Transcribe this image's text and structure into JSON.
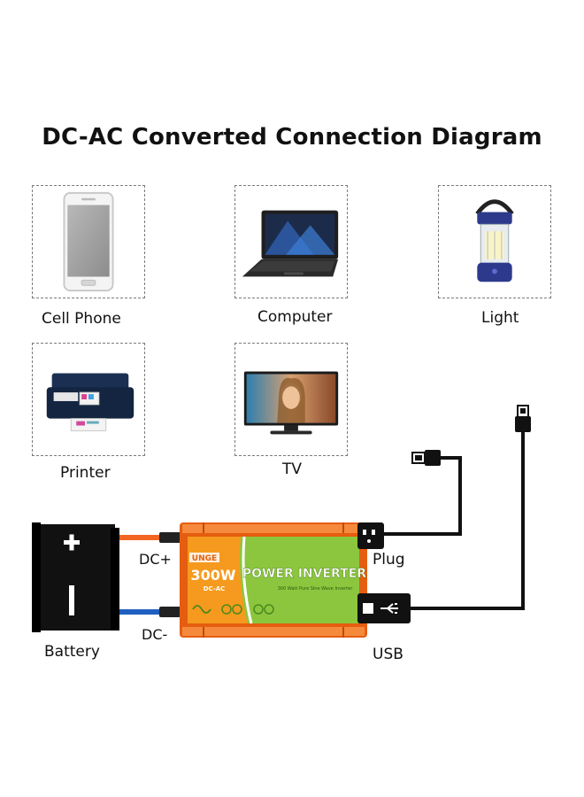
{
  "title": "DC-AC Converted Connection Diagram",
  "devices": [
    {
      "label": "Cell Phone",
      "icon": "cell-phone-icon"
    },
    {
      "label": "Computer",
      "icon": "laptop-icon"
    },
    {
      "label": "Light",
      "icon": "lantern-icon"
    },
    {
      "label": "Printer",
      "icon": "printer-icon"
    },
    {
      "label": "TV",
      "icon": "tv-icon"
    }
  ],
  "inverter": {
    "brand": "UNGE",
    "wattage": "300W",
    "mode": "DC-AC",
    "name": "POWER INVERTER",
    "subtitle": "300 Watt Pure Sine Wave Inverter",
    "body_color": "#f2741f",
    "panel_color": "#8cc63f"
  },
  "connections": {
    "battery": "Battery",
    "dc_plus": "DC+",
    "dc_minus": "DC-",
    "plug": "Plug",
    "usb": "USB",
    "positive_color": "#f26522",
    "negative_color": "#1f5fbf"
  }
}
